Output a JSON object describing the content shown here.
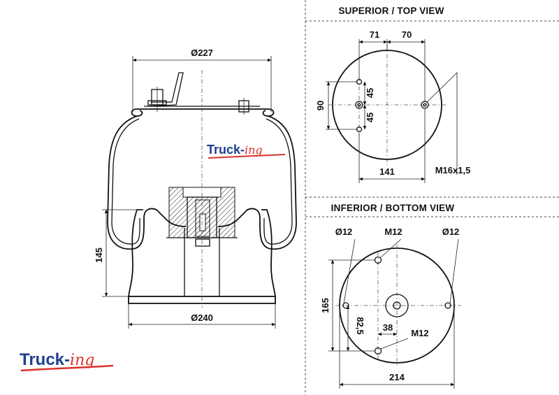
{
  "views": {
    "top": "SUPERIOR / TOP VIEW",
    "bottom": "INFERIOR / BOTTOM VIEW"
  },
  "brand": {
    "part1": "Truck-",
    "part2": "ing"
  },
  "side_view": {
    "top_diameter": "Ø227",
    "bottom_diameter": "Ø240",
    "height": "145"
  },
  "top_view": {
    "dim_left": "71",
    "dim_right": "70",
    "dim_90": "90",
    "dim_45_a": "45",
    "dim_45_b": "45",
    "dim_141": "141",
    "thread": "M16x1,5"
  },
  "bottom_view": {
    "hole_left": "Ø12",
    "bolt_top": "M12",
    "hole_right": "Ø12",
    "dim_165": "165",
    "dim_825": "82,5",
    "dim_38": "38",
    "bolt_bottom": "M12",
    "dim_214": "214"
  },
  "colors": {
    "brand_blue": "#1f3f8f",
    "brand_red": "#d8342a"
  }
}
